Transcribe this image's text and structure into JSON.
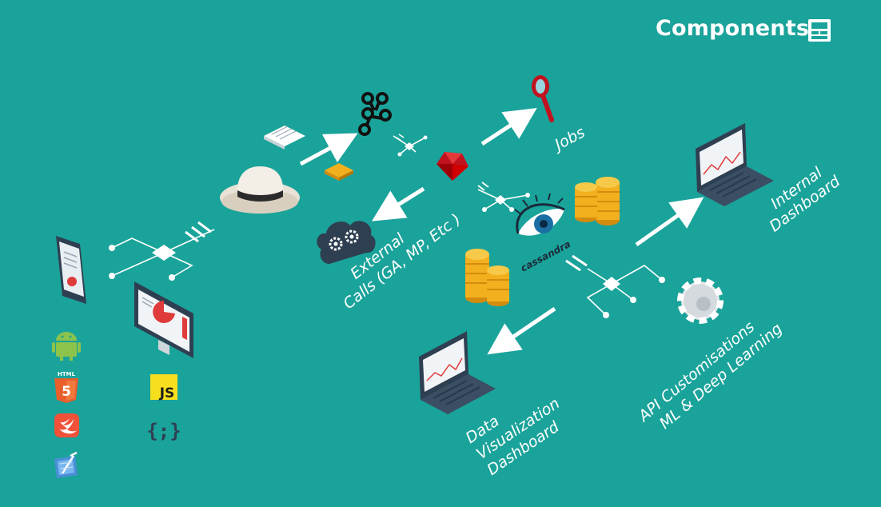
{
  "header": {
    "title": "Components",
    "icon": "dashboard-panel-icon"
  },
  "labels": {
    "jobs": "Jobs",
    "external_line1": "External",
    "external_line2": "Calls (GA, MP, Etc )",
    "internal_line1": "Internal",
    "internal_line2": "Dashboard",
    "dataviz_line1": "Data",
    "dataviz_line2": "Visualization",
    "dataviz_line3": "Dashboard",
    "api_line1": "API Customisations",
    "api_line2": "ML & Deep Learning"
  },
  "logos": {
    "html5": "HTML",
    "html5_glyph": "5",
    "js": "JS",
    "json": "{;}",
    "cassandra": "cassandra"
  },
  "icons": [
    "phone-icon",
    "monitor-icon",
    "android-icon",
    "html5-icon",
    "swift-icon",
    "xcode-icon",
    "javascript-icon",
    "json-icon",
    "fedora-hat-icon",
    "document-icon",
    "chip-icon",
    "kafka-icon",
    "ruby-icon",
    "cloud-gears-icon",
    "magnifier-icon",
    "cassandra-eye-icon",
    "coins-icon",
    "laptop-icon",
    "gear-icon"
  ],
  "colors": {
    "background": "#1aa39a",
    "accent_red": "#e03b3b",
    "coin_gold": "#f2b01e",
    "device_dark": "#2f3f52"
  }
}
